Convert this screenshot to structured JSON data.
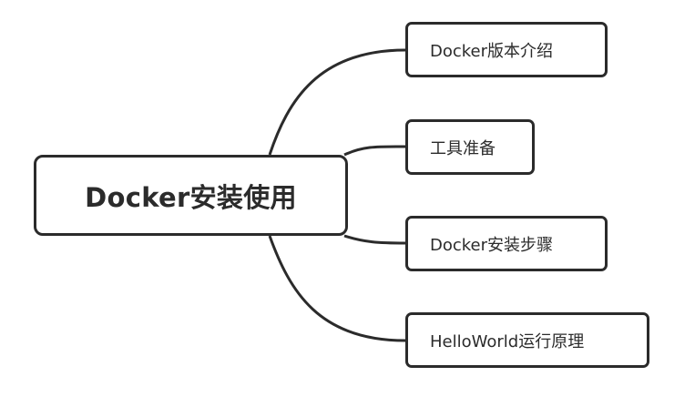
{
  "mindmap": {
    "root": {
      "label": "Docker安装使用"
    },
    "children": [
      {
        "id": "child-1",
        "name": "branch-docker-version-intro",
        "label": "Docker版本介绍"
      },
      {
        "id": "child-2",
        "name": "branch-tool-preparation",
        "label": "工具准备"
      },
      {
        "id": "child-3",
        "name": "branch-docker-install-steps",
        "label": "Docker安装步骤"
      },
      {
        "id": "child-4",
        "name": "branch-helloworld-principle",
        "label": "HelloWorld运行原理"
      }
    ]
  },
  "colors": {
    "stroke": "#2b2b2b",
    "background": "#ffffff",
    "text": "#2b2b2b"
  }
}
